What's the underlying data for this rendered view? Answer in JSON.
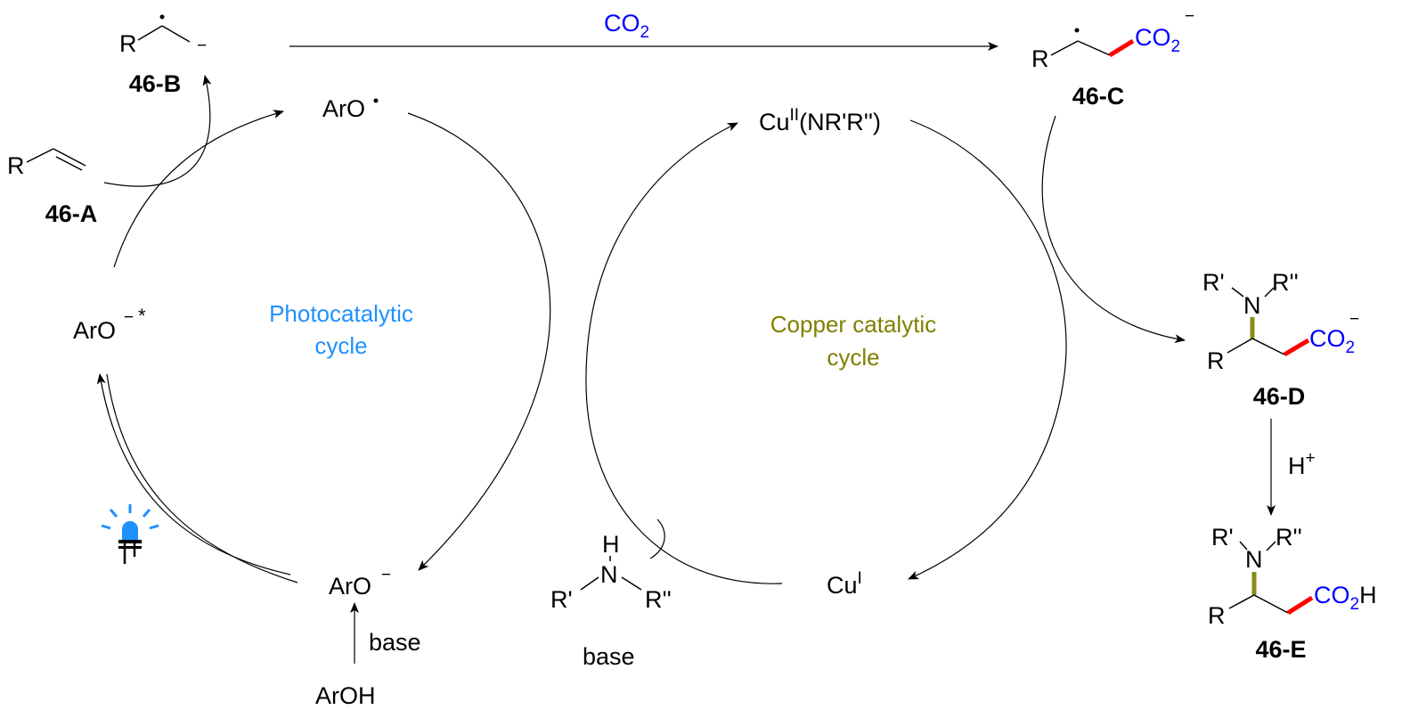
{
  "colors": {
    "co2": "#0000ff",
    "photocatalytic": "#1e90ff",
    "copper": "#808000",
    "new_bond_red": "#ff0000",
    "cn_bond_olive": "#8b8b1a",
    "led_blue": "#1e90ff"
  },
  "cycles": {
    "photo": {
      "line1": "Photocatalytic",
      "line2": "cycle"
    },
    "copper": {
      "line1": "Copper catalytic",
      "line2": "cycle"
    }
  },
  "species": {
    "aro_radical": "ArO",
    "aro_excited": "ArO",
    "aro_excited_charge": "−",
    "aro_excited_star": "*",
    "aro_anion": "ArO",
    "aro_anion_charge": "−",
    "aroh": "ArOH",
    "base_left": "base",
    "base_mid": "base",
    "cu_ii_cu": "Cu",
    "cu_ii_ox": "II",
    "cu_ii_ligand": "(NR'R'')",
    "cu_i_cu": "Cu",
    "cu_i_ox": "I",
    "amine_h": "H",
    "amine_n": "N",
    "amine_r1": "R'",
    "amine_r2": "R''",
    "co2_top": "CO",
    "co2_top_sub": "2",
    "h_plus": "H",
    "h_plus_sup": "+"
  },
  "compounds": {
    "A": {
      "label": "46-A",
      "r": "R"
    },
    "B": {
      "label": "46-B",
      "r": "R",
      "charge": "−"
    },
    "C": {
      "label": "46-C",
      "r": "R",
      "co2": "CO",
      "co2_sub": "2",
      "charge": "−"
    },
    "D": {
      "label": "46-D",
      "r": "R",
      "n": "N",
      "r1": "R'",
      "r2": "R''",
      "co2": "CO",
      "co2_sub": "2",
      "charge": "−"
    },
    "E": {
      "label": "46-E",
      "r": "R",
      "n": "N",
      "r1": "R'",
      "r2": "R''",
      "co2": "CO",
      "co2_sub": "2",
      "co2_h": "H"
    }
  },
  "icons": {
    "light": "led-bulb-icon"
  }
}
